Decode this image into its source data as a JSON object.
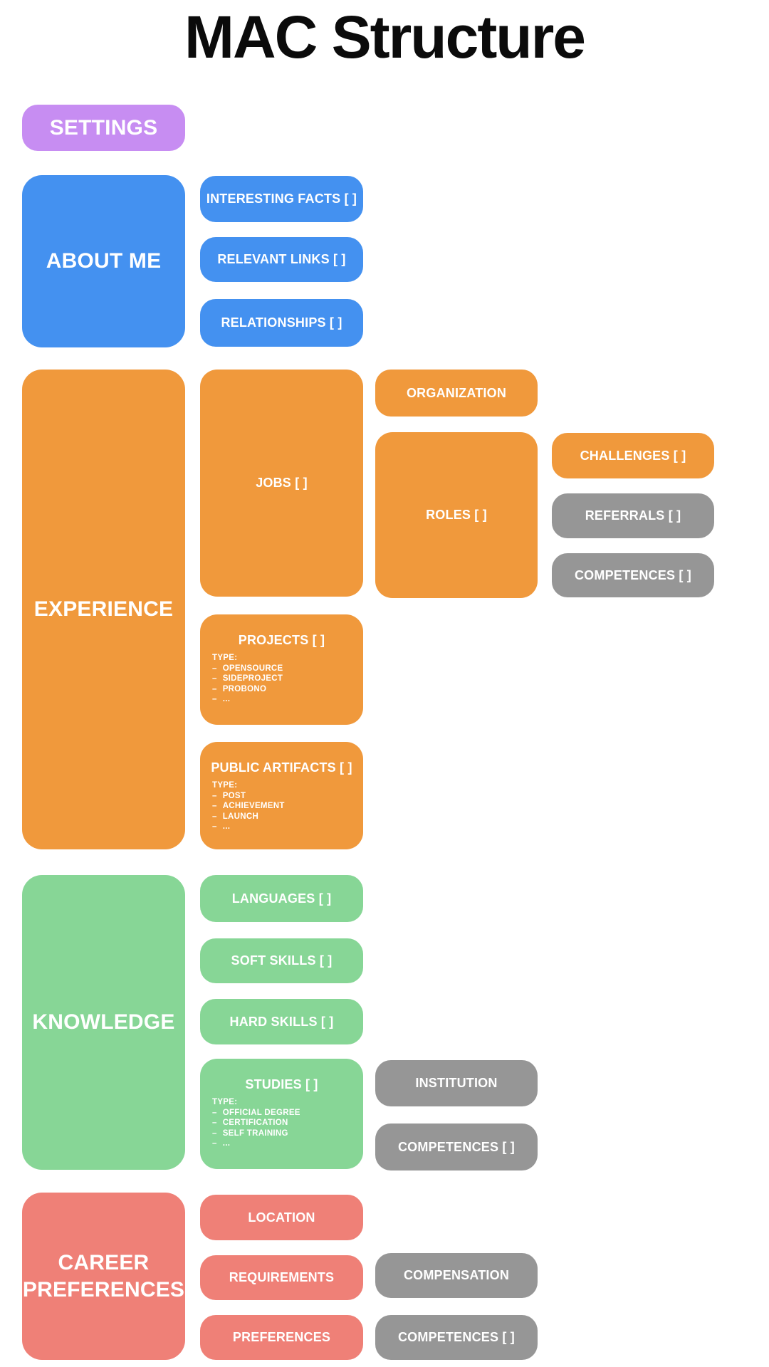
{
  "title": "MAC Structure",
  "colors": {
    "purple": "#c78df2",
    "blue": "#4491f0",
    "orange": "#f0993c",
    "green": "#87d696",
    "red": "#ef8077",
    "gray": "#969696",
    "label_text": "#ffffff",
    "title_text": "#0b0b0b"
  },
  "diagram": {
    "settings": {
      "label": "SETTINGS"
    },
    "about_me": {
      "label": "ABOUT ME",
      "interesting_facts": {
        "label": "INTERESTING FACTS [ ]"
      },
      "relevant_links": {
        "label": "RELEVANT LINKS [ ]"
      },
      "relationships": {
        "label": "RELATIONSHIPS [ ]"
      }
    },
    "experience": {
      "label": "EXPERIENCE",
      "jobs": {
        "label": "JOBS [ ]"
      },
      "projects": {
        "label": "PROJECTS [ ]",
        "type_heading": "TYPE:",
        "types": [
          "OPENSOURCE",
          "SIDEPROJECT",
          "PROBONO",
          "..."
        ]
      },
      "public_artifacts": {
        "label": "PUBLIC ARTIFACTS [ ]",
        "type_heading": "TYPE:",
        "types": [
          "POST",
          "ACHIEVEMENT",
          "LAUNCH",
          "..."
        ]
      },
      "organization": {
        "label": "ORGANIZATION"
      },
      "roles": {
        "label": "ROLES [ ]"
      },
      "challenges": {
        "label": "CHALLENGES [ ]"
      },
      "referrals": {
        "label": "REFERRALS [ ]"
      },
      "competences": {
        "label": "COMPETENCES [ ]"
      }
    },
    "knowledge": {
      "label": "KNOWLEDGE",
      "languages": {
        "label": "LANGUAGES [ ]"
      },
      "soft_skills": {
        "label": "SOFT SKILLS [ ]"
      },
      "hard_skills": {
        "label": "HARD SKILLS [ ]"
      },
      "studies": {
        "label": "STUDIES [ ]",
        "type_heading": "TYPE:",
        "types": [
          "OFFICIAL DEGREE",
          "CERTIFICATION",
          "SELF TRAINING",
          "..."
        ]
      },
      "institution": {
        "label": "INSTITUTION"
      },
      "competences": {
        "label": "COMPETENCES [ ]"
      }
    },
    "career_preferences": {
      "label": "CAREER PREFERENCES",
      "location": {
        "label": "LOCATION"
      },
      "requirements": {
        "label": "REQUIREMENTS"
      },
      "preferences": {
        "label": "PREFERENCES"
      },
      "compensation": {
        "label": "COMPENSATION"
      },
      "competences": {
        "label": "COMPETENCES [ ]"
      }
    }
  }
}
